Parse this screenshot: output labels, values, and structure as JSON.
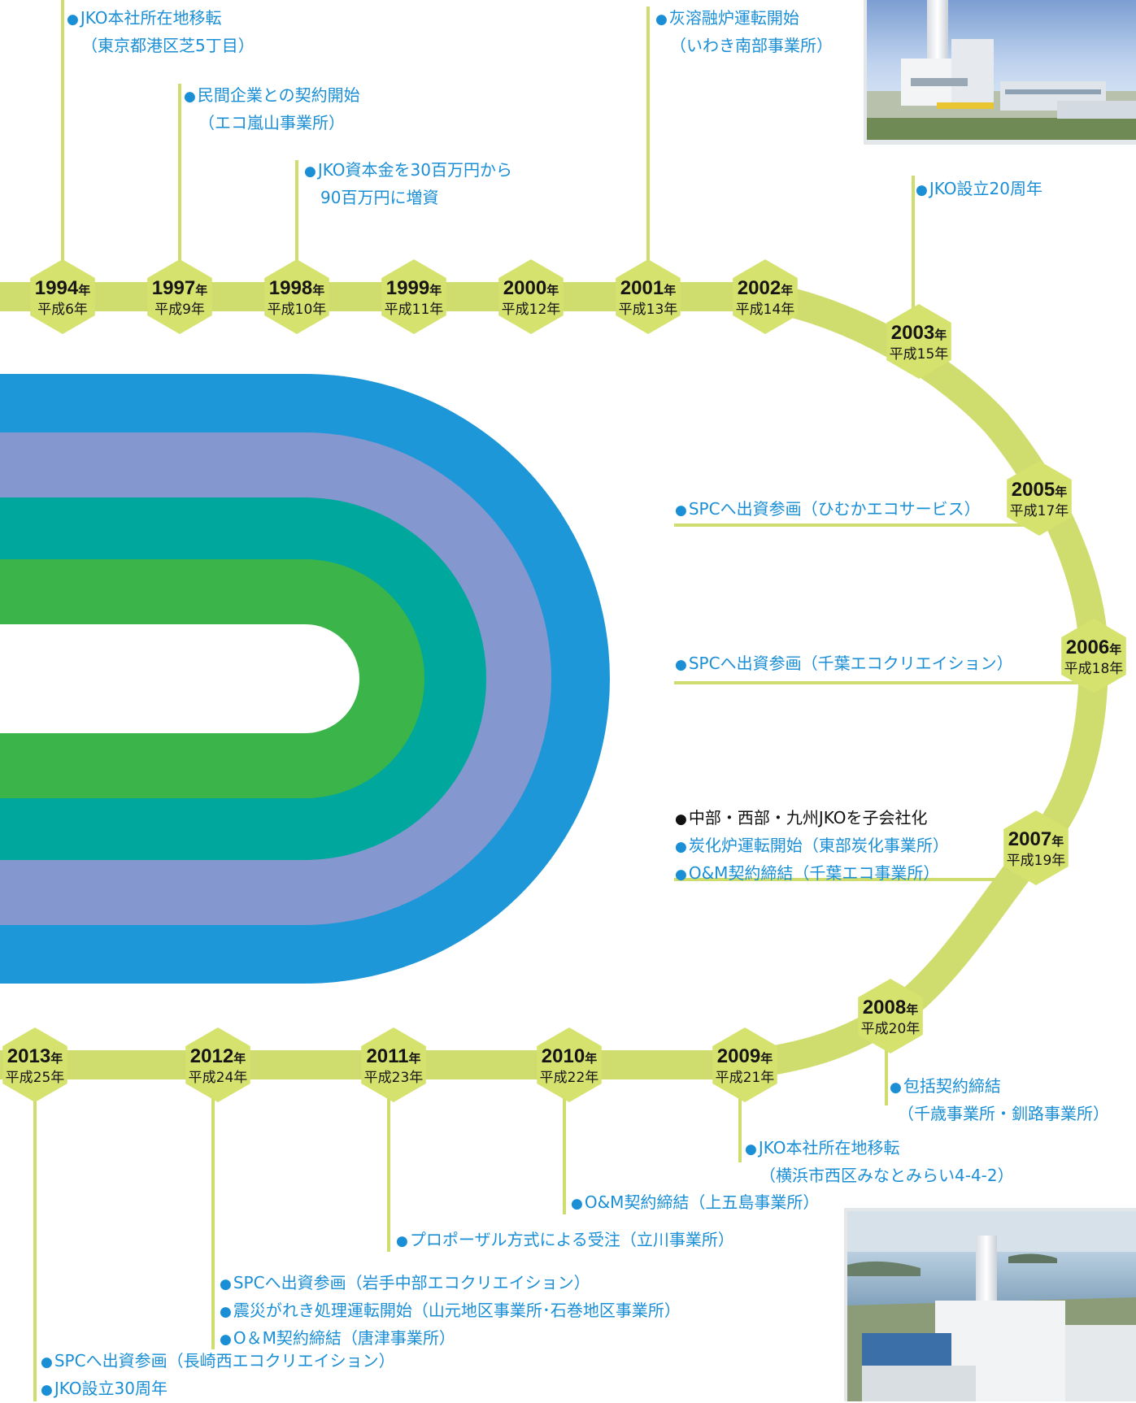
{
  "colors": {
    "track": "#cfdd6f",
    "hex": "#d6e26e",
    "blue_text": "#1a8fd6",
    "ring1": "#1d97d7",
    "ring2": "#8497cf",
    "ring3": "#00a79d",
    "ring4": "#3bb54a"
  },
  "years": [
    {
      "y": "1994",
      "n": "年",
      "e": "平成6年"
    },
    {
      "y": "1997",
      "n": "年",
      "e": "平成9年"
    },
    {
      "y": "1998",
      "n": "年",
      "e": "平成10年"
    },
    {
      "y": "1999",
      "n": "年",
      "e": "平成11年"
    },
    {
      "y": "2000",
      "n": "年",
      "e": "平成12年"
    },
    {
      "y": "2001",
      "n": "年",
      "e": "平成13年"
    },
    {
      "y": "2002",
      "n": "年",
      "e": "平成14年"
    },
    {
      "y": "2003",
      "n": "年",
      "e": "平成15年"
    },
    {
      "y": "2005",
      "n": "年",
      "e": "平成17年"
    },
    {
      "y": "2006",
      "n": "年",
      "e": "平成18年"
    },
    {
      "y": "2007",
      "n": "年",
      "e": "平成19年"
    },
    {
      "y": "2008",
      "n": "年",
      "e": "平成20年"
    },
    {
      "y": "2009",
      "n": "年",
      "e": "平成21年"
    },
    {
      "y": "2010",
      "n": "年",
      "e": "平成22年"
    },
    {
      "y": "2011",
      "n": "年",
      "e": "平成23年"
    },
    {
      "y": "2012",
      "n": "年",
      "e": "平成24年"
    },
    {
      "y": "2013",
      "n": "年",
      "e": "平成25年"
    }
  ],
  "events": {
    "e1994": [
      "JKO本社所在地移転",
      "（東京都港区芝5丁目）"
    ],
    "e1997": [
      "民間企業との契約開始",
      "（エコ嵐山事業所）"
    ],
    "e1998": [
      "JKO資本金を30百万円から",
      "90百万円に増資"
    ],
    "e2001": [
      "灰溶融炉運転開始",
      "（いわき南部事業所）"
    ],
    "e2003": [
      "JKO設立20周年"
    ],
    "e2005": [
      "SPCへ出資参画（ひむかエコサービス）"
    ],
    "e2006": [
      "SPCへ出資参画（千葉エコクリエイション）"
    ],
    "e2007": [
      "中部・西部・九州JKOを子会社化",
      "炭化炉運転開始（東部炭化事業所）",
      "O&M契約締結（千葉エコ事業所）"
    ],
    "e2008": [
      "包括契約締結",
      "（千歳事業所・釧路事業所）"
    ],
    "e2009": [
      "JKO本社所在地移転",
      "（横浜市西区みなとみらい4-4-2）"
    ],
    "e2010": [
      "O&M契約締結（上五島事業所）"
    ],
    "e2011": [
      "プロポーザル方式による受注（立川事業所）"
    ],
    "e2012": [
      "SPCへ出資参画（岩手中部エコクリエイション）",
      "震災がれき処理運転開始（山元地区事業所･石巻地区事業所）",
      "O＆M契約締結（唐津事業所）"
    ],
    "e2013": [
      "SPCへ出資参画（長崎西エコクリエイション）",
      "JKO設立30周年"
    ]
  }
}
